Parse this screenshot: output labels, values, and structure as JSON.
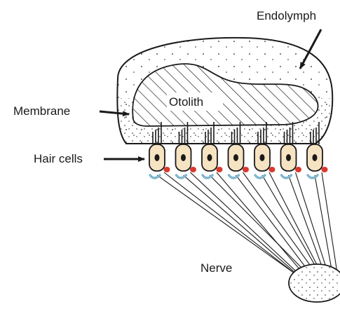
{
  "labels": {
    "endolymph": "Endolymph",
    "otolith": "Otolith",
    "membrane": "Membrane",
    "hair_cells": "Hair cells",
    "nerve": "Nerve"
  },
  "hair_cell_count": 7,
  "colors": {
    "ink": "#1a1a1a",
    "hair_cell_fill": "#f6e3c2",
    "nucleus": "#1a1a1a",
    "red_cell": "#d83a2e",
    "blue_ending": "#7fb7cf"
  },
  "icons": {
    "arrow": "pointer-arrow-icon"
  }
}
